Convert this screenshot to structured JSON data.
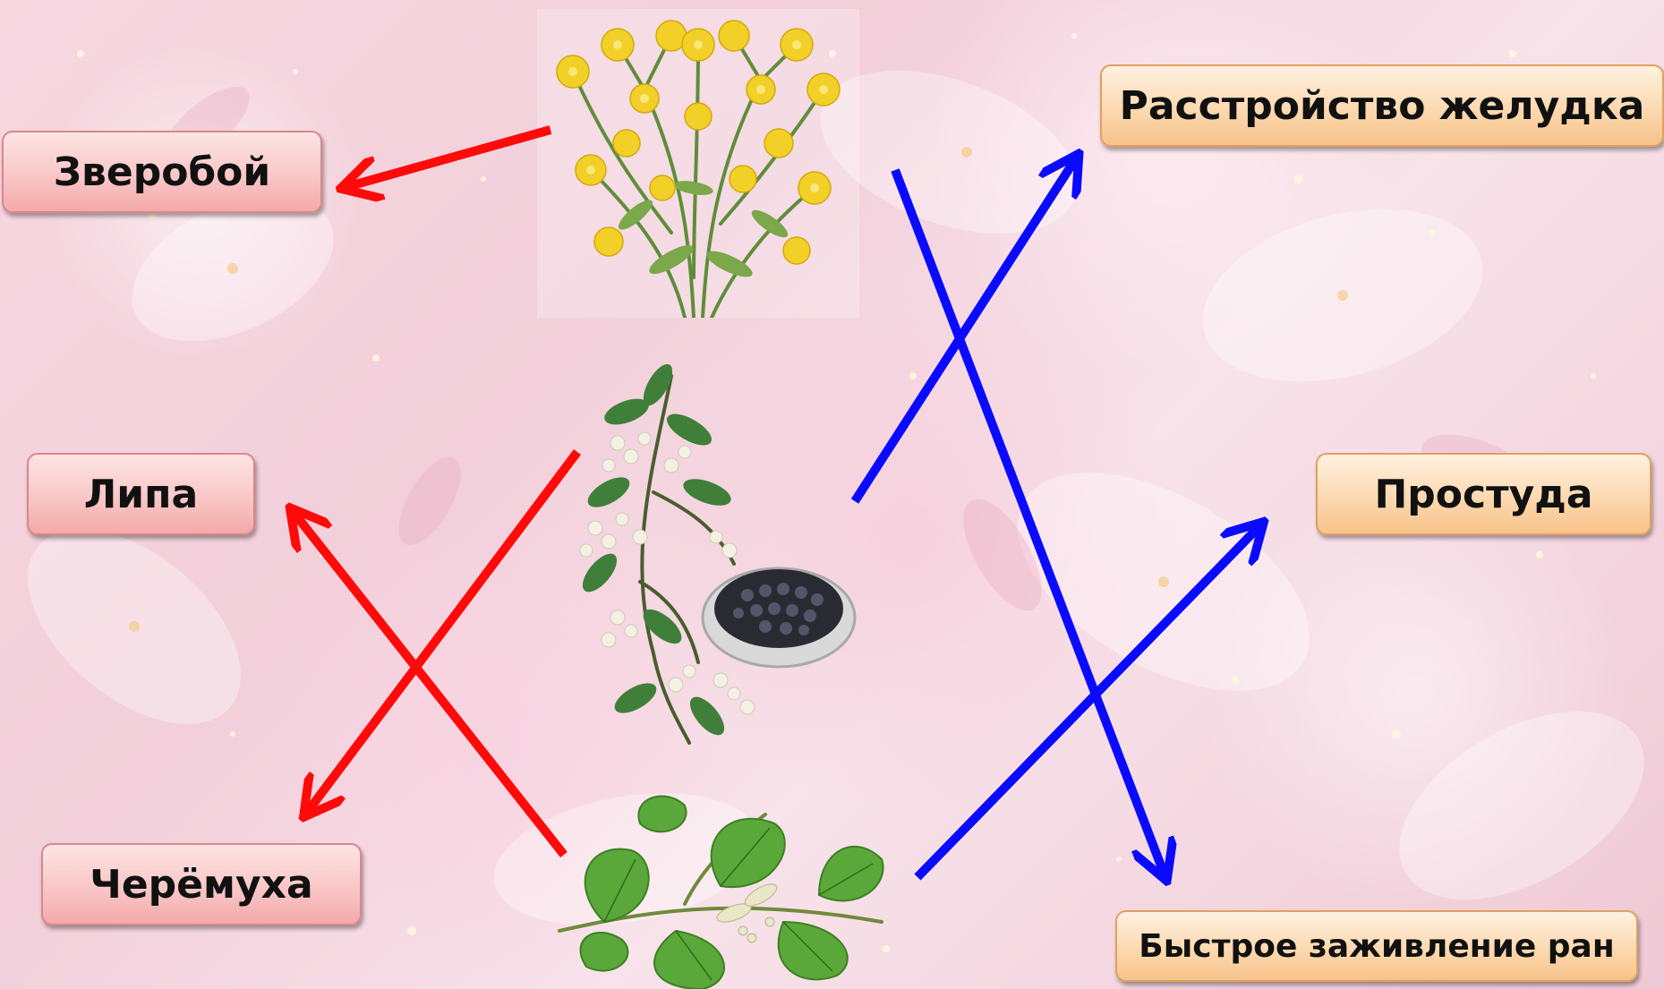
{
  "plants": [
    {
      "name": "hypericum-image"
    },
    {
      "name": "bird-cherry-image"
    },
    {
      "name": "linden-image"
    }
  ],
  "left_labels": [
    "Зверобой",
    "Липа",
    "Черёмуха"
  ],
  "right_labels": [
    "Расстройство желудка",
    "Простуда",
    "Быстрое заживление ран"
  ],
  "colors": {
    "red_arrow": "#ff0a0a",
    "blue_arrow": "#0a0aff",
    "left_box": "#f9c7c7",
    "right_box": "#fcd9b0"
  }
}
